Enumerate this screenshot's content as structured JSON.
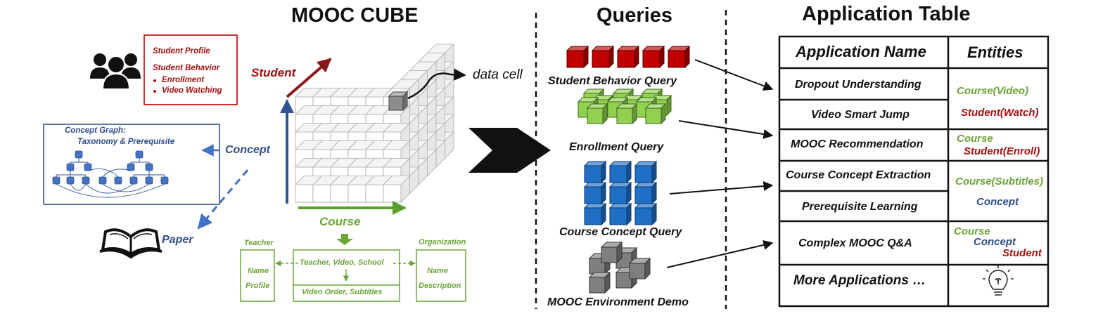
{
  "sections": {
    "cube_title": "MOOC CUBE",
    "queries_title": "Queries",
    "table_title": "Application Table"
  },
  "cube": {
    "axis_student": "Student",
    "axis_course": "Course",
    "data_cell": "data cell",
    "concept": "Concept",
    "paper": "Paper",
    "student_box": {
      "profile": "Student Profile",
      "behavior": "Student Behavior",
      "items": [
        "Enrollment",
        "Video Watching"
      ]
    },
    "concept_graph": {
      "title": "Concept Graph:",
      "subtitle": "Taxonomy  & Prerequisite"
    },
    "course_schema": {
      "teacher_label": "Teacher",
      "teacher_fields": [
        "Name",
        "Profile"
      ],
      "center_top": "Teacher, Video, School",
      "center_bottom": "Video Order, Subtitles",
      "org_label": "Organization",
      "org_fields": [
        "Name",
        "Description"
      ]
    }
  },
  "queries": [
    {
      "label": "Student Behavior Query",
      "color": "#c00000"
    },
    {
      "label": "Enrollment Query",
      "color": "#92d050"
    },
    {
      "label": "Course Concept Query",
      "color": "#1f6fc5"
    },
    {
      "label": "MOOC Environment Demo",
      "color": "#7f7f7f"
    }
  ],
  "app_table": {
    "col_name": "Application Name",
    "col_entities": "Entities",
    "rows": [
      {
        "name": "Dropout Understanding"
      },
      {
        "name": "Video Smart Jump"
      },
      {
        "name": "MOOC Recommendation"
      },
      {
        "name": "Course Concept Extraction"
      },
      {
        "name": "Prerequisite Learning"
      },
      {
        "name": "Complex MOOC Q&A"
      },
      {
        "name": "More  Applications …"
      }
    ],
    "entities": {
      "g1_a": "Course(Video)",
      "g1_b": "Student(Watch)",
      "g2_a": "Course",
      "g2_b": "Student(Enroll)",
      "g3_a": "Course(Subtitles)",
      "g3_b": "Concept",
      "g4_a": "Course",
      "g4_b": "Concept",
      "g4_c": "Student"
    }
  },
  "colors": {
    "student": "#a50f0f",
    "course": "#6aa536",
    "concept": "#2f4d8c"
  }
}
